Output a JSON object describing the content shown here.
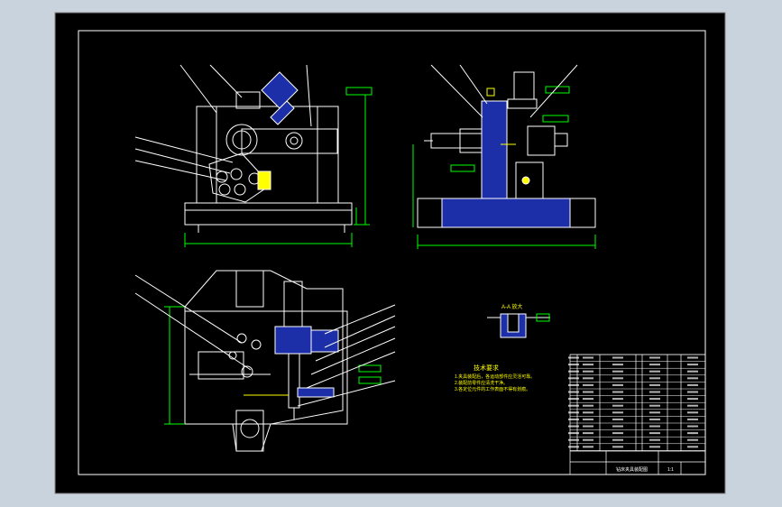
{
  "viewport": {
    "background": "#c9d3de",
    "canvas_color": "#000000",
    "frame_color": "#ffffff"
  },
  "colors": {
    "outline": "#ffffff",
    "dimension": "#00ff00",
    "leader": "#ffffff",
    "hatch": "#2d4bd0",
    "section_fill": "#1d2fa8",
    "highlight": "#ffff00",
    "cyan": "#00ffff",
    "note_text": "#ffff00"
  },
  "drawing": {
    "views": [
      "front-view",
      "side-view",
      "top-view",
      "detail-view"
    ],
    "tech_req": {
      "title": "技术要求",
      "lines": [
        "1.夹具装配后，各运动部件应灵活可靠。",
        "2.装配前零件应清洗干净。",
        "3.各定位元件的工作表面不得有划痕。"
      ]
    },
    "detail_label": "A-A 放大",
    "title_block": {
      "drawing_name": "钻床夹具装配图",
      "scale": "1:1"
    }
  }
}
